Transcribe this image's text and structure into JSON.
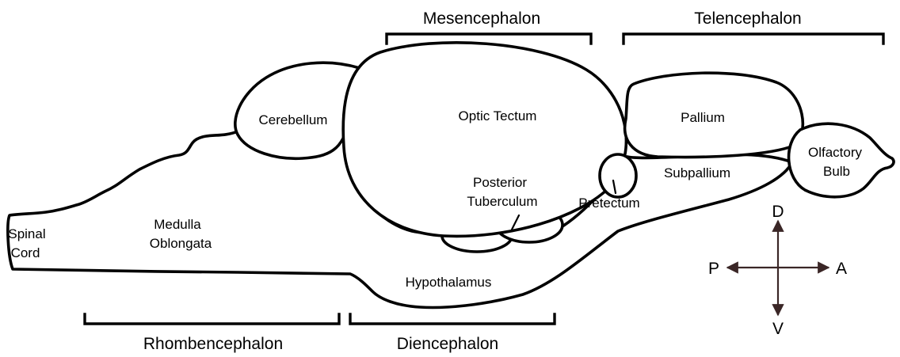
{
  "colors": {
    "outline": "#000000",
    "arrows": "#3a2626",
    "background": "#ffffff"
  },
  "divisions": {
    "mesencephalon": "Mesencephalon",
    "telencephalon": "Telencephalon",
    "rhombencephalon": "Rhombencephalon",
    "diencephalon": "Diencephalon"
  },
  "regions": {
    "cerebellum": "Cerebellum",
    "optic_tectum": "Optic Tectum",
    "pallium": "Pallium",
    "olfactory_bulb": [
      "Olfactory",
      "Bulb"
    ],
    "subpallium": "Subpallium",
    "posterior_tuberculum": [
      "Posterior",
      "Tuberculum"
    ],
    "pretectum": "Pretectum",
    "medulla_oblongata": [
      "Medulla",
      "Oblongata"
    ],
    "spinal_cord": [
      "Spinal",
      "Cord"
    ],
    "hypothalamus": "Hypothalamus"
  },
  "orientation": {
    "dorsal": "D",
    "ventral": "V",
    "posterior": "P",
    "anterior": "A"
  }
}
